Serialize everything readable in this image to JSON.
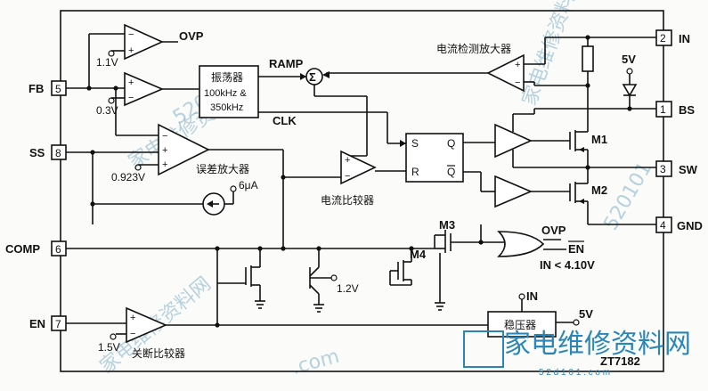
{
  "pins": {
    "p2": {
      "num": "2",
      "name": "IN"
    },
    "p1": {
      "num": "1",
      "name": "BS"
    },
    "p3": {
      "num": "3",
      "name": "SW"
    },
    "p4": {
      "num": "4",
      "name": "GND"
    },
    "p5": {
      "num": "5",
      "name": "FB"
    },
    "p8": {
      "num": "8",
      "name": "SS"
    },
    "p6": {
      "num": "6",
      "name": "COMP"
    },
    "p7": {
      "num": "7",
      "name": "EN"
    }
  },
  "blocks": {
    "oscillator": {
      "title": "振荡器",
      "line1": "100kHz &",
      "line2": "350kHz"
    },
    "regulator": {
      "title": "稳压器"
    },
    "sr_latch": {
      "s": "S",
      "r": "R",
      "q": "Q",
      "qbar": "Q"
    }
  },
  "labels": {
    "ovp_top": "OVP",
    "v_1_1": "1.1V",
    "v_0_3": "0.3V",
    "ramp": "RAMP",
    "clk": "CLK",
    "sigma": "Σ",
    "current_sense_amp": "电流检测放大器",
    "v5_top": "5V",
    "m1": "M1",
    "m2": "M2",
    "error_amp": "误差放大器",
    "v_0_923": "0.923V",
    "i_6ua": "6μA",
    "current_comp": "电流比较器",
    "m3": "M3",
    "m4": "M4",
    "ovp_gate": "OVP",
    "en_bar": "EN",
    "in_lt": "IN < 4.10V",
    "v_1_2": "1.2V",
    "reg_in": "IN",
    "reg_5v": "5V",
    "v_1_5": "1.5V",
    "shutdown_comp": "关断比较器",
    "part_number": "ZT7182",
    "plus": "+",
    "minus": "−"
  },
  "watermark": {
    "site_cn": "家电维修资料网",
    "url_num": "520101",
    "url_tail": ".com",
    "site_logo": "家电维修资料网",
    "site_small": "5 2 d 1 0 1 . c o m"
  }
}
